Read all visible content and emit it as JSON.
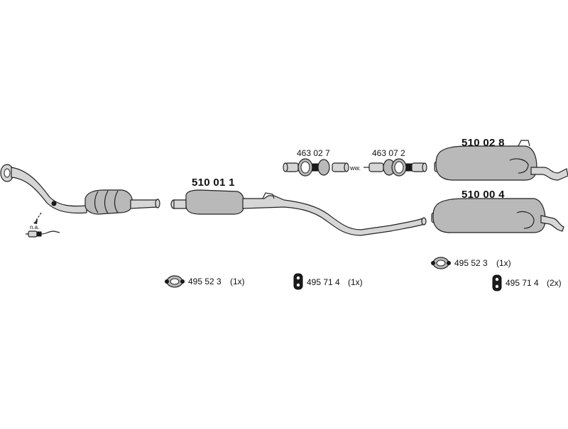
{
  "parts": {
    "front_pipe_note": "n.a.",
    "middle_silencer": "510 01 1",
    "rear_silencer_a": "510 02 8",
    "rear_silencer_b": "510 00 4",
    "connector_a": "463 02 7",
    "connector_b": "463 07 2",
    "clamp_left": {
      "number": "495 52 3",
      "qty": "(1x)"
    },
    "mount_left": {
      "number": "495 71 4",
      "qty": "(1x)"
    },
    "clamp_right": {
      "number": "495 52 3",
      "qty": "(1x)"
    },
    "mount_right": {
      "number": "495 71 4",
      "qty": "(2x)"
    }
  }
}
